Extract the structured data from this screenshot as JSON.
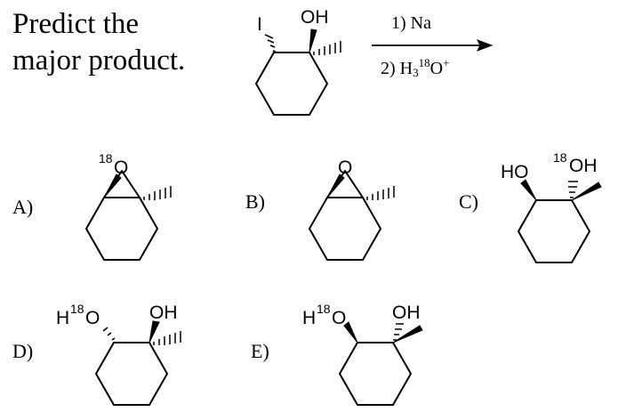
{
  "question": {
    "line1": "Predict the",
    "line2": "major product."
  },
  "reagents": {
    "step1": "1) Na",
    "step2_prefix": "2) H",
    "step2_sub": "3",
    "step2_sup": "18",
    "step2_atom": "O",
    "step2_charge": "+"
  },
  "starting_material": {
    "halogen": "I",
    "hydroxyl": "OH"
  },
  "options": {
    "A": {
      "label": "A)",
      "iso": "18",
      "atom": "O"
    },
    "B": {
      "label": "B)",
      "atom": "O"
    },
    "C": {
      "label": "C)",
      "left_group": "HO",
      "right_iso": "18",
      "right_atom": "OH"
    },
    "D": {
      "label": "D)",
      "left_h": "H",
      "left_iso": "18",
      "left_atom": "O",
      "right_group": "OH"
    },
    "E": {
      "label": "E)",
      "left_h": "H",
      "left_iso": "18",
      "left_atom": "O",
      "right_group": "OH"
    }
  }
}
